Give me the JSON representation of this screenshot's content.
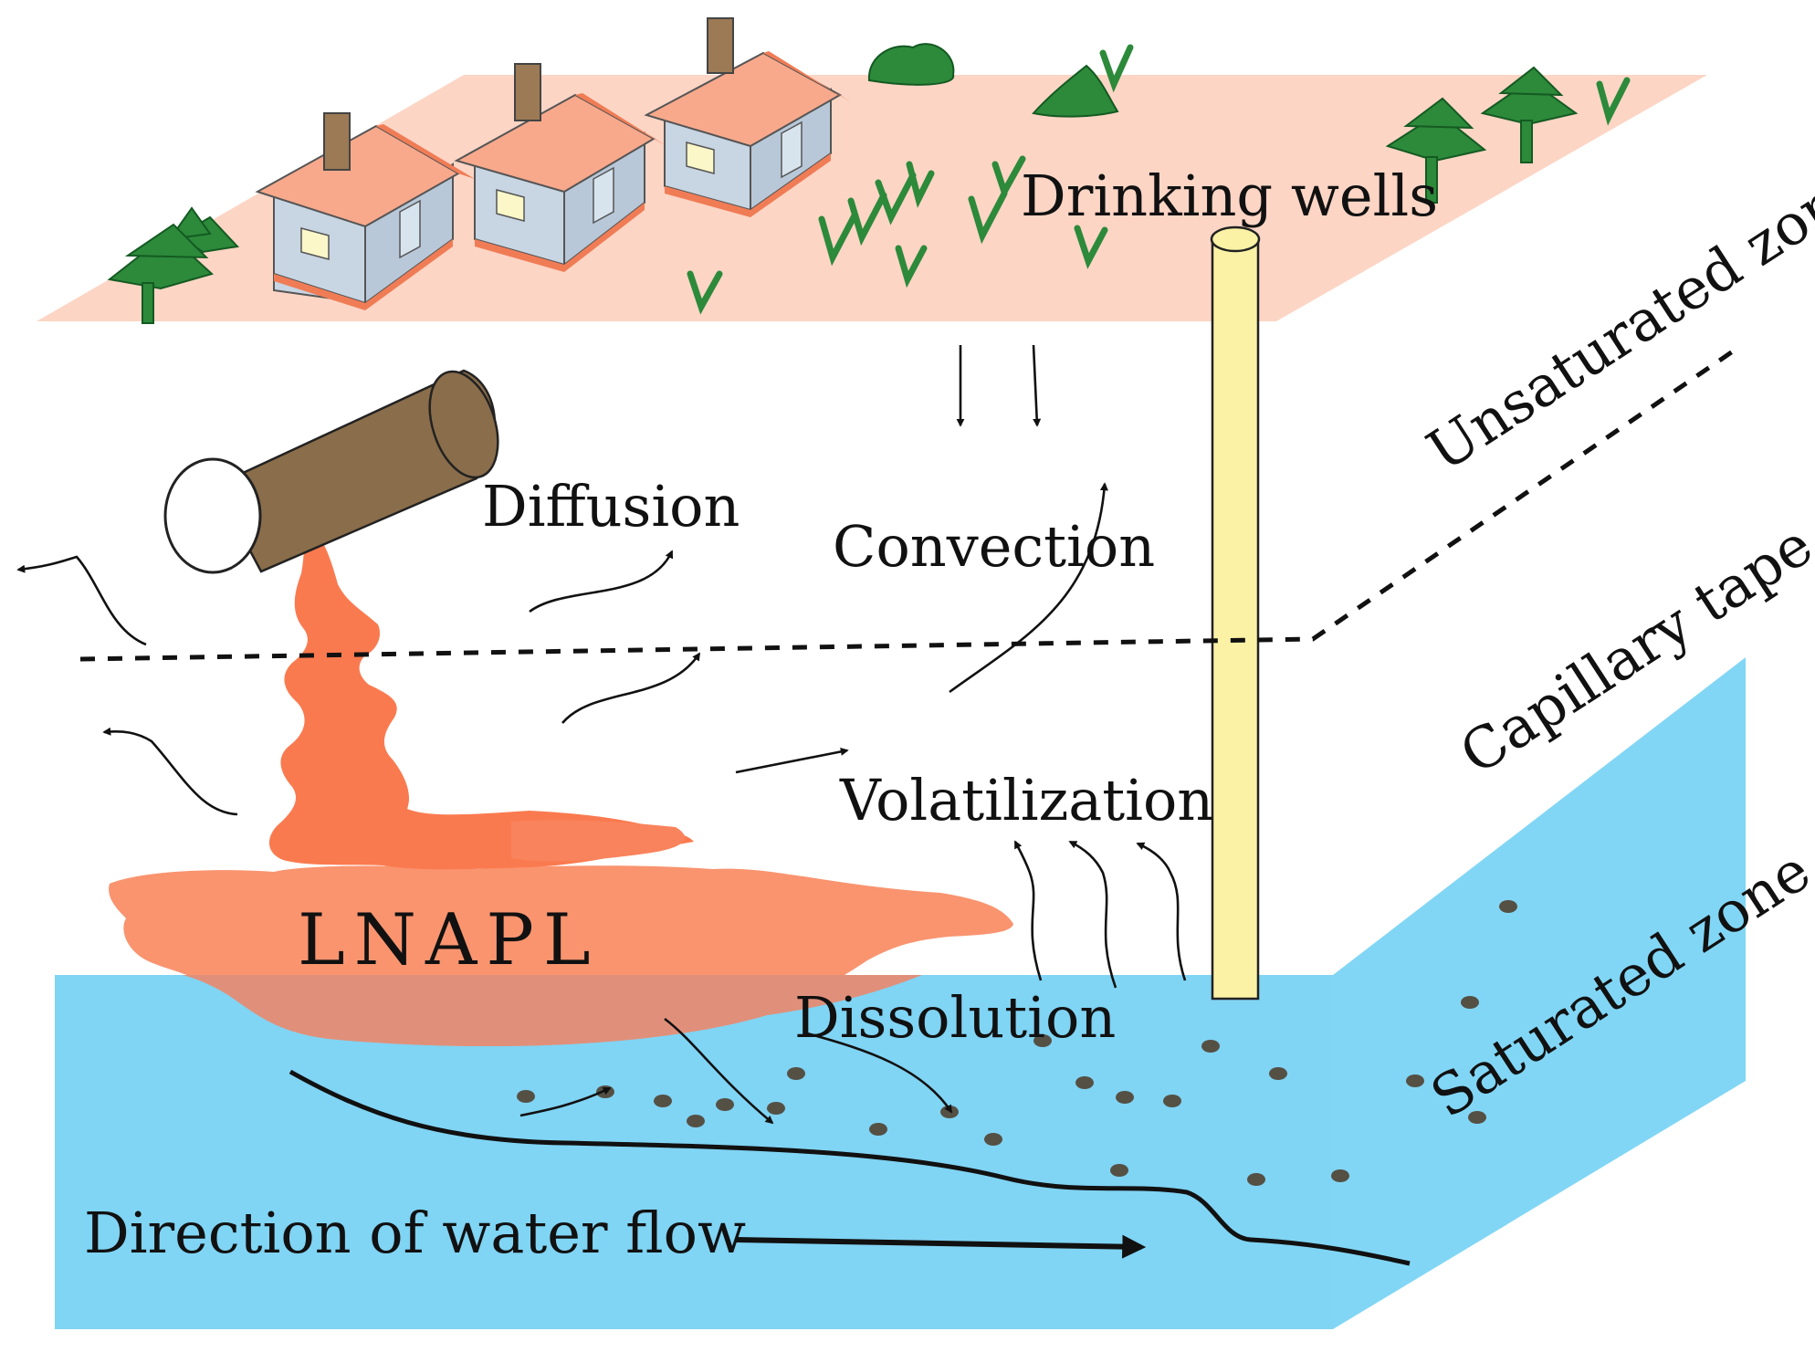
{
  "labels": {
    "drinking_wells": "Drinking wells",
    "unsaturated_zone": "Unsaturated zone",
    "capillary_tape": "Capillary tape",
    "saturated_zone": "Saturated zone",
    "diffusion": "Diffusion",
    "convection": "Convection",
    "volatilization": "Volatilization",
    "lnapl": "LNAPL",
    "dissolution": "Dissolution",
    "water_flow": "Direction of water flow"
  },
  "colors": {
    "ground_surface": "#fcd5c5",
    "groundwater": "#80d4f4",
    "lnapl": "#f9946f",
    "lnapl_stream": "#fa7a4f",
    "pipe": "#8a6d4a",
    "well": "#fbf2a5",
    "tree": "#2c8a3a",
    "roof": "#f8a98c",
    "wall": "#c8d5e2",
    "particle": "#555044"
  },
  "icons": [
    "house-icon",
    "tree-icon",
    "grass-icon",
    "bush-icon"
  ]
}
